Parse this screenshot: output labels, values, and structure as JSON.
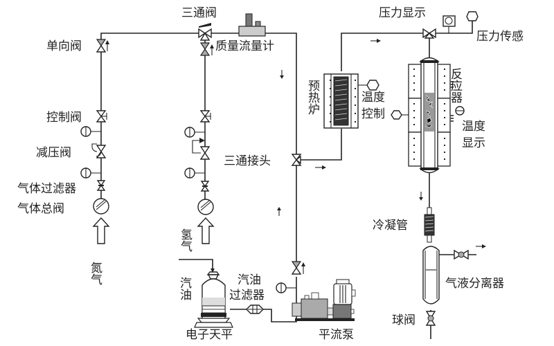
{
  "diagram": {
    "title": "",
    "labels": {
      "check_valve": "单向阀",
      "control_valve": "控制阀",
      "pressure_reducing_valve": "减压阀",
      "gas_filter": "气体过滤器",
      "gas_main_valve": "气体总阀",
      "nitrogen": "氮气",
      "hydrogen": "氢气",
      "three_way_valve": "三通阀",
      "mass_flow_meter": "质量流量计",
      "three_way_joint": "三通接头",
      "preheater": "预热炉",
      "temperature_control": "温度控制",
      "pressure_display": "压力显示",
      "pressure_sensor": "压力传感",
      "reactor": "反应器",
      "temperature_display": "温度显示",
      "condenser": "冷凝管",
      "gas_liquid_separator": "气液分离器",
      "ball_valve": "球阀",
      "gasoline": "汽油",
      "gasoline_filter": "汽油过滤器",
      "electronic_balance": "电子天平",
      "constant_flow_pump": "平流泵"
    },
    "colors": {
      "line": "#222222",
      "equipment_gray": "#aaaaaa",
      "dark_gray": "#777777",
      "background": "#ffffff"
    }
  }
}
